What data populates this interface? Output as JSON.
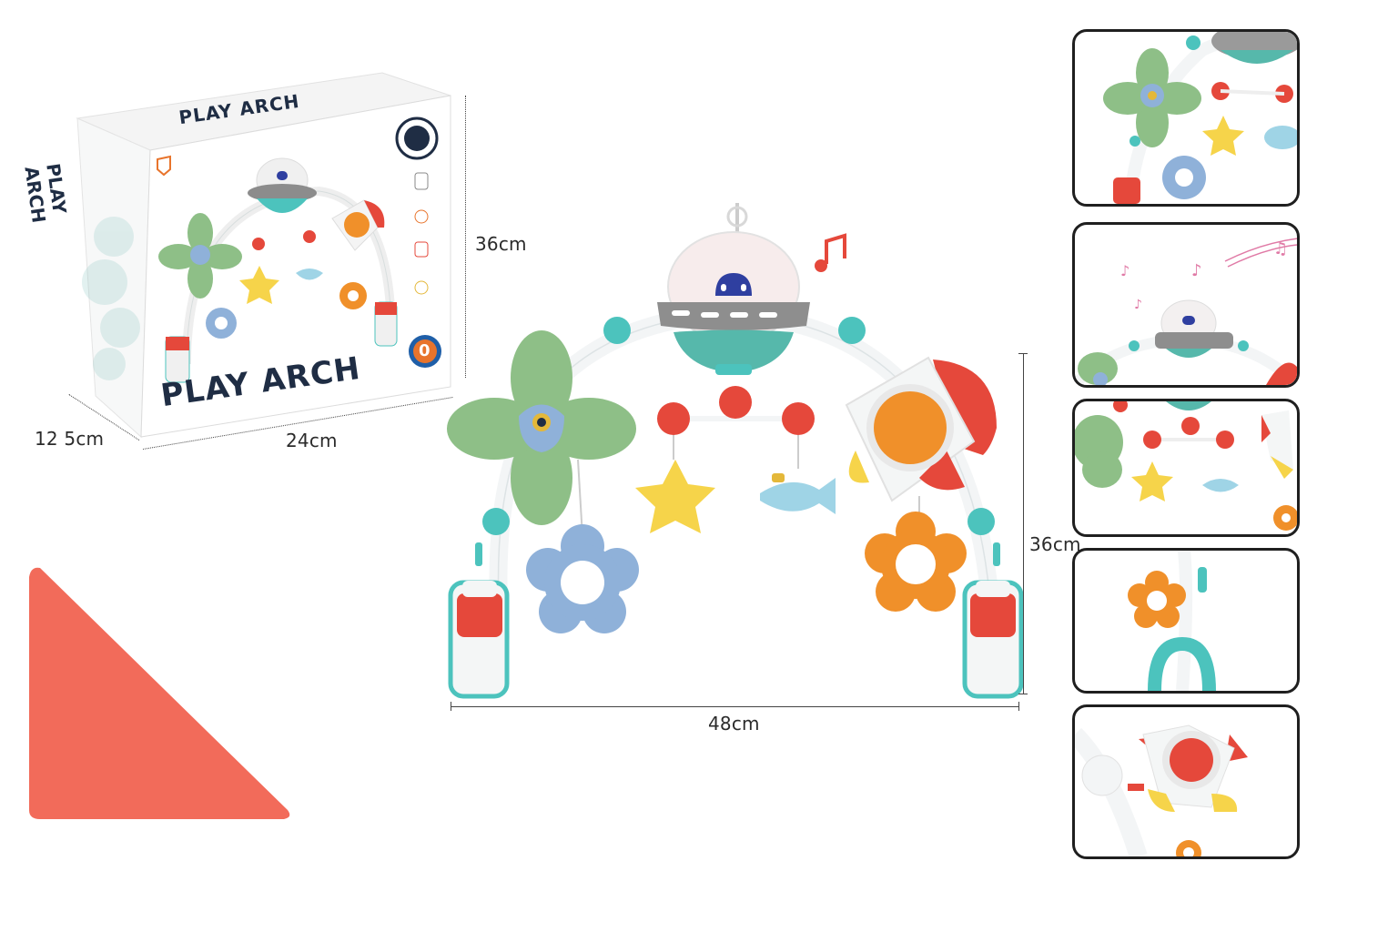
{
  "product": {
    "name": "PLAY ARCH",
    "box_side_title": "PLAY ARCH",
    "box_top_title": "PLAY ARCH",
    "age_badge": "0"
  },
  "dimensions": {
    "box_height": "36cm",
    "box_width": "24cm",
    "box_depth": "12 5cm",
    "arch_height": "36cm",
    "arch_width": "48cm"
  },
  "thumbnails": [
    {
      "name": "fan-and-hanging-toys-closeup"
    },
    {
      "name": "music-ufo-closeup"
    },
    {
      "name": "hanging-toys-closeup"
    },
    {
      "name": "clip-and-flower-closeup"
    },
    {
      "name": "rocket-pop-button-closeup"
    }
  ],
  "colors": {
    "accent_coral": "#f26b5a",
    "teal": "#4cc3bd",
    "green": "#8ebf87",
    "orange": "#f0902a",
    "yellow": "#f6d44a",
    "blue": "#8fb1d9",
    "red": "#e5483b",
    "navy": "#1f2d44"
  }
}
